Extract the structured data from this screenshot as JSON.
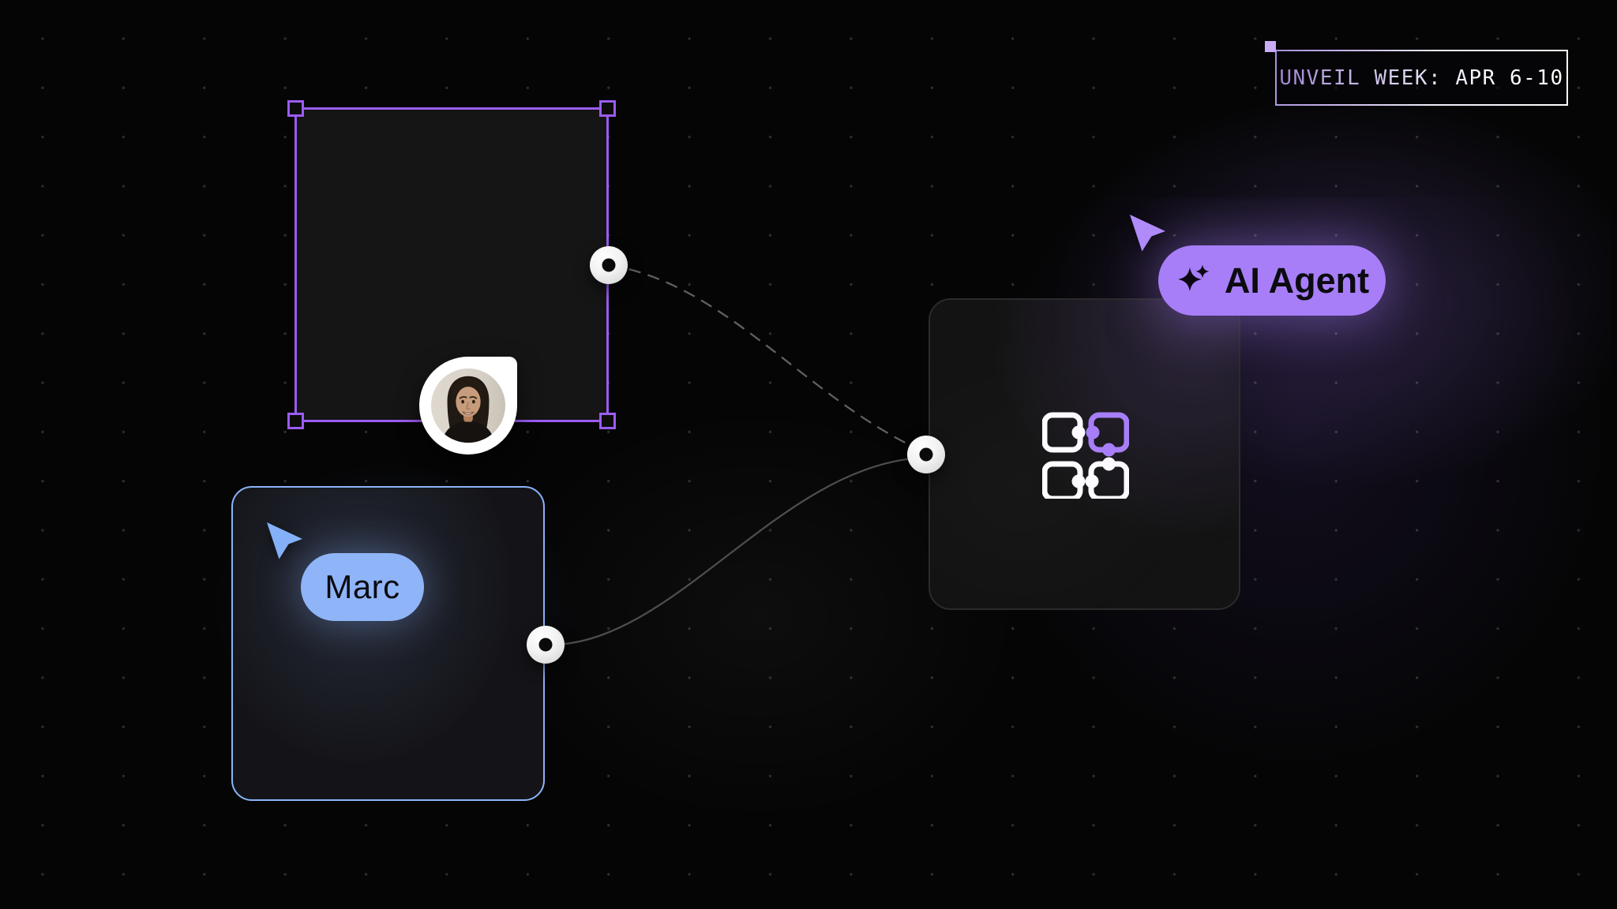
{
  "badge": {
    "text": "UNVEIL WEEK: APR 6-10"
  },
  "cursors": {
    "ai": {
      "label": "AI Agent",
      "color": "#a77ef8"
    },
    "marc": {
      "label": "Marc",
      "color": "#8fb4f8"
    }
  },
  "colors": {
    "selection_purple": "#9b5cf3",
    "ai_purple": "#a77ef8",
    "marc_blue": "#8ab4f8",
    "canvas_background": "#050506",
    "node_fill": "#131313",
    "wire_gray": "#565656"
  },
  "icons": {
    "sparkle": "sparkle-icon",
    "node_blocks": "integration-blocks-icon",
    "connector": "connector-port-dot",
    "pointer": "pointer-cursor-icon",
    "avatar": "user-photo-avatar"
  }
}
